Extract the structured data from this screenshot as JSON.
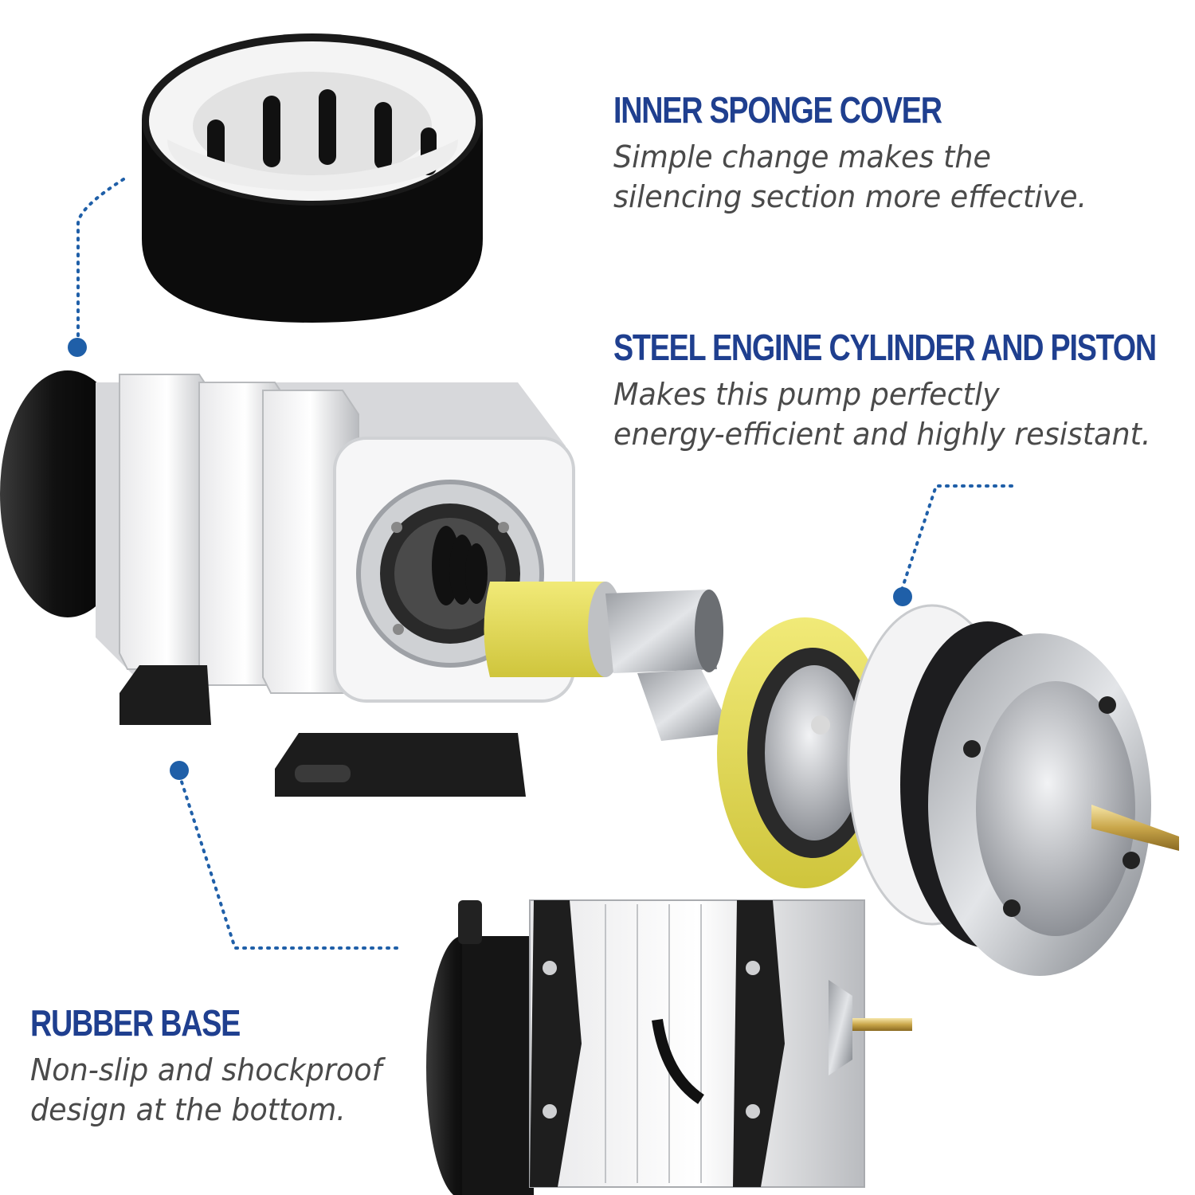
{
  "features": {
    "sponge": {
      "title": "INNER SPONGE COVER",
      "desc_line1": "Simple change makes the",
      "desc_line2": "silencing section more effective."
    },
    "cylinder": {
      "title": "STEEL ENGINE CYLINDER AND PISTON",
      "desc_line1": "Makes this pump perfectly",
      "desc_line2": "energy-efficient and highly resistant."
    },
    "base": {
      "title": "RUBBER BASE",
      "desc_line1": "Non-slip and shockproof",
      "desc_line2": "design at the bottom."
    }
  },
  "colors": {
    "accent": "#1f3f8f",
    "callout_dot": "#1f5fa8",
    "sleeve_yellow": "#e6dc52",
    "desc_text": "#4a4a4a"
  },
  "icons": {
    "callout": "dot-icon"
  }
}
